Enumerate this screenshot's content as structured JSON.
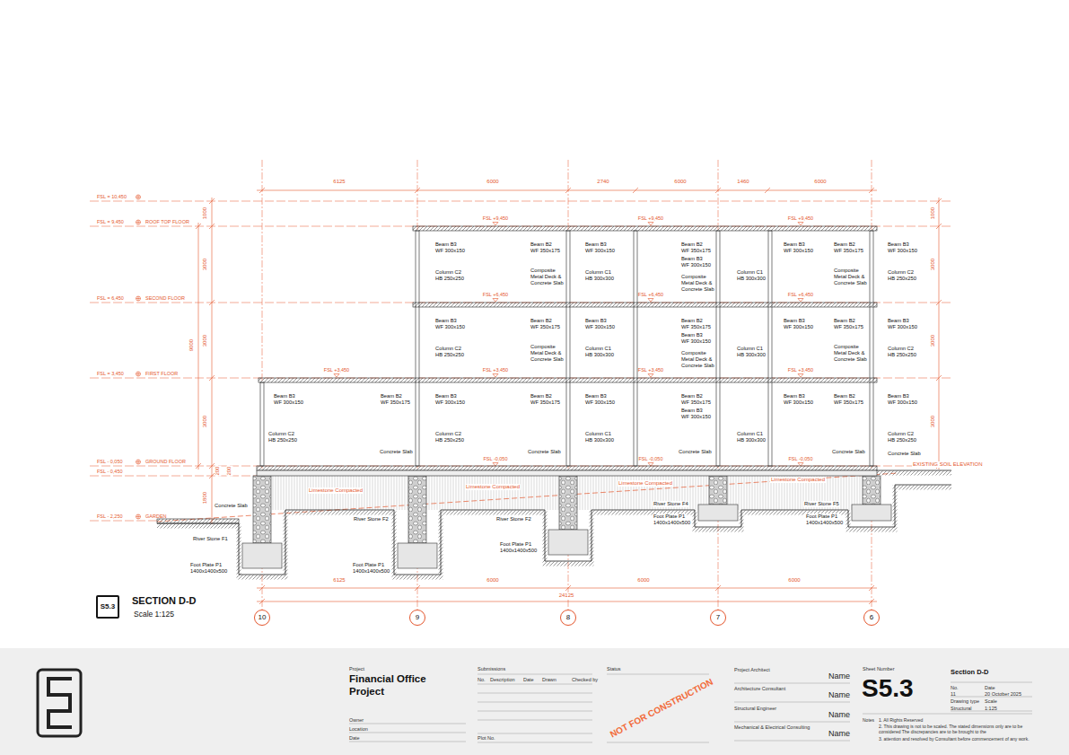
{
  "diagram": {
    "nodes": [
      {
        "text": [
          "S5.3",
          "SECTION D-D",
          "Scale 1:125"
        ]
      },
      {
        "text": [
          "10"
        ]
      },
      {
        "text": [
          "9"
        ]
      },
      {
        "text": [
          "8"
        ]
      },
      {
        "text": [
          "7"
        ]
      },
      {
        "text": [
          "6"
        ]
      }
    ],
    "labels": [
      "6125",
      "6000",
      "2740",
      "6000",
      "1460",
      "6000",
      "FSL = 10,450",
      "FSL = 9,450",
      "ROOF TOP FLOOR",
      "FSL = 6,450",
      "SECOND FLOOR",
      "FSL = 3,450",
      "FIRST FLOOR",
      "FSL - 0,050",
      "GROUND FLOOR",
      "FSL - 0,450",
      "FSL - 2,250",
      "GARDEN",
      "1000",
      "3000",
      "9000",
      "3000",
      "3000",
      "200",
      "200",
      "1800",
      "1000",
      "3000",
      "3000",
      "3000",
      "FSL +9,450",
      "FSL +9,450",
      "FSL +9,450",
      "FSL +6,450",
      "FSL +6,450",
      "FSL +6,450",
      "FSL +3,450",
      "FSL +3,450",
      "FSL +3,450",
      "FSL +3,450",
      "FSL -0,050",
      "FSL -0,050",
      "FSL -0,050",
      "Beam B3 WF 300x150",
      "Beam B2 WF 350x175",
      "Column C2 HB 250x250",
      "Composite Metal Deck & Concrete Slab",
      "Beam B3 WF 300x150",
      "Beam B2 WF 350x175",
      "Beam B3 WF 300x150",
      "Column C1 HB 300x300",
      "Composite Metal Deck & Concrete Slab",
      "Beam B3 WF 300x150",
      "Beam B2 WF 350x175",
      "Column C1 HB 300x300",
      "Composite Metal Deck & Concrete Slab",
      "Beam B3 WF 300x150",
      "Column C2 HB 250x250",
      "Beam B3 WF 300x150",
      "Beam B2 WF 350x175",
      "Column C2 HB 250x250",
      "Composite Metal Deck & Concrete Slab",
      "Beam B3 WF 300x150",
      "Beam B2 WF 350x175",
      "Beam B3 WF 300x150",
      "Column C1 HB 300x300",
      "Composite Metal Deck & Concrete Slab",
      "Beam B3 WF 300x150",
      "Beam B2 WF 350x175",
      "Column C1 HB 300x300",
      "Composite Metal Deck & Concrete Slab",
      "Beam B3 WF 300x150",
      "Column C2 HB 250x250",
      "Beam B3 WF 300x150",
      "Beam B2 WF 350x175",
      "Column C2 HB 250x250",
      "Concrete Slab",
      "Beam B3 WF 300x150",
      "Beam B2 WF 350x175",
      "Column C2 HB 250x250",
      "Concrete Slab",
      "Beam B3 WF 300x150",
      "Beam B2 WF 350x175",
      "Beam B3 WF 300x150",
      "Column C1 HB 300x300",
      "Concrete Slab",
      "Beam B3 WF 300x150",
      "Beam B2 WF 350x175",
      "Column C1 HB 300x300",
      "Concrete Slab",
      "Beam B3 WF 300x150",
      "Column C2 HB 250x250",
      "Concrete Slab",
      "EXISTING SOIL ELEVATION",
      "Limestone Compacted",
      "Limestone Compacted",
      "Limestone Compacted",
      "Limestone Compacted",
      "Concrete Slab",
      "River Stone F1",
      "Foot Plate P1 1400x1400x500",
      "River Stone F2",
      "Foot Plate P1 1400x1400x500",
      "River Stone F2",
      "Foot Plate P1 1400x1400x500",
      "River Stone F4",
      "Foot Plate P1 1400x1400x500",
      "River Stone F5",
      "Foot Plate P1 1400x1400x500",
      "6125",
      "6000",
      "6000",
      "6000",
      "24125",
      "Project",
      "Financial Office Project",
      "Owner",
      "Location",
      "Date",
      "Submissions",
      "No.",
      "Description",
      "Date",
      "Drawn",
      "Checked by",
      "Plot No.",
      "Status",
      "NOT FOR CONSTRUCTION",
      "Project Architect",
      "Name",
      "Architecture Consultant",
      "Name",
      "Structural Engineer",
      "Name",
      "Mechanical & Electrical Consulting",
      "Name",
      "Sheet Number",
      "S5.3",
      "Section D-D",
      "No.",
      "Date",
      "11",
      "20 October 2025",
      "Drawing type",
      "Scale",
      "Structural",
      "1:125",
      "Notes",
      "1. All Rights Reserved",
      "2. This drawing is not to be scaled. The stated dimensions only are to be considered The discrepancies are to be brought to the",
      "3. attention and resolved by Consultant before commencement of any work."
    ]
  }
}
